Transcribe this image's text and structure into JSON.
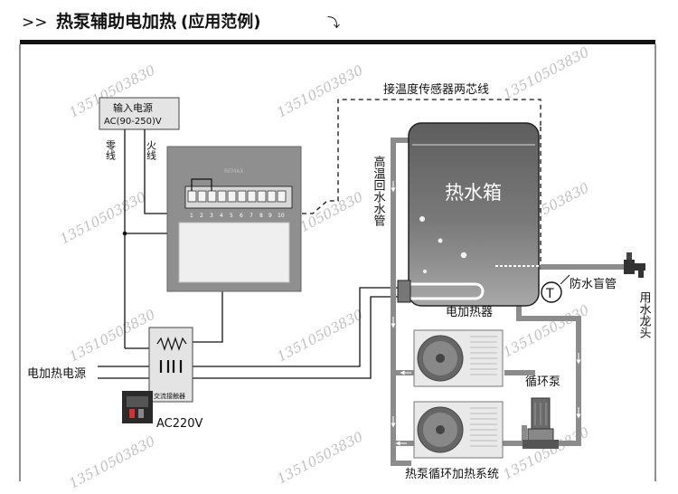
{
  "header": {
    "prefix": ">>",
    "title": "热泵辅助电加热",
    "subtitle": "(应用范例)",
    "tail_glyph": "⤵"
  },
  "labels": {
    "power_input_line1": "输入电源",
    "power_input_line2": "AC(90-250)V",
    "neutral_wire": "零线",
    "live_wire": "火线",
    "sensor_wire": "接温度传感器两芯线",
    "tank": "热水箱",
    "return_pipe": "高温回水水管",
    "anti_water_pipe": "防水盲管",
    "thermo_symbol": "T",
    "electric_heater": "电加热器",
    "heater_power": "电加热电源",
    "contactor": "交流接触器",
    "ac220": "AC220V",
    "pump": "循环泵",
    "faucet": "用水龙头",
    "heatpump_system": "热泵循环加热系统"
  },
  "controller": {
    "brand": "REMAX",
    "terminals": [
      "1",
      "2",
      "3",
      "4",
      "5",
      "6",
      "7",
      "8",
      "9",
      "10"
    ]
  },
  "watermark": "13510503830",
  "colors": {
    "tank_top": "#6d6d6d",
    "tank_bottom": "#9c9c9c",
    "controller": "#8a8a8a",
    "pipe": "#8c8c8c",
    "wire": "#111111"
  }
}
